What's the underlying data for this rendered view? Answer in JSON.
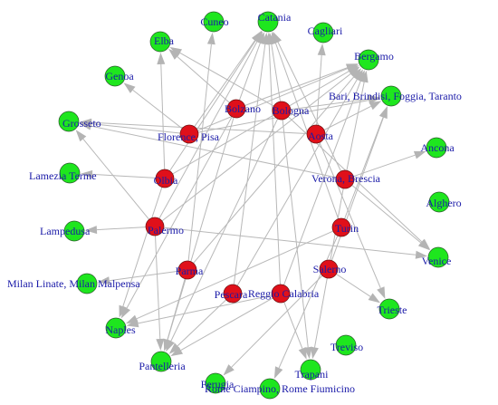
{
  "colors": {
    "origin_node": "#e0101a",
    "destination_node": "#1ee61e",
    "edge": "#b8b8b8",
    "label": "#1a1aa8"
  },
  "nodes": [
    {
      "id": "cuneo",
      "label": "Cuneo",
      "type": "destination"
    },
    {
      "id": "catania",
      "label": "Catania",
      "type": "destination"
    },
    {
      "id": "cagliari",
      "label": "Cagliari",
      "type": "destination"
    },
    {
      "id": "elba",
      "label": "Elba",
      "type": "destination"
    },
    {
      "id": "bergamo",
      "label": "Bergamo",
      "type": "destination"
    },
    {
      "id": "genoa",
      "label": "Genoa",
      "type": "destination"
    },
    {
      "id": "bari",
      "label": "Bari, Brindisi, Foggia, Taranto",
      "type": "destination"
    },
    {
      "id": "grosseto",
      "label": "Grosseto",
      "type": "destination"
    },
    {
      "id": "ancona",
      "label": "Ancona",
      "type": "destination"
    },
    {
      "id": "lamezia",
      "label": "Lamezia Terme",
      "type": "destination"
    },
    {
      "id": "alghero",
      "label": "Alghero",
      "type": "destination"
    },
    {
      "id": "lampedusa",
      "label": "Lampedusa",
      "type": "destination"
    },
    {
      "id": "venice",
      "label": "Venice",
      "type": "destination"
    },
    {
      "id": "milan",
      "label": "Milan Linate, Milan Malpensa",
      "type": "destination"
    },
    {
      "id": "trieste",
      "label": "Trieste",
      "type": "destination"
    },
    {
      "id": "naples",
      "label": "Naples",
      "type": "destination"
    },
    {
      "id": "treviso",
      "label": "Treviso",
      "type": "destination"
    },
    {
      "id": "pantelleria",
      "label": "Pantelleria",
      "type": "destination"
    },
    {
      "id": "trapani",
      "label": "Trapani",
      "type": "destination"
    },
    {
      "id": "perugia",
      "label": "Perugia",
      "type": "destination"
    },
    {
      "id": "rome",
      "label": "Rome Ciampino, Rome Fiumicino",
      "type": "destination"
    },
    {
      "id": "bolzano",
      "label": "Bolzano",
      "type": "origin"
    },
    {
      "id": "bologna",
      "label": "Bologna",
      "type": "origin"
    },
    {
      "id": "florence",
      "label": "Florence, Pisa",
      "type": "origin"
    },
    {
      "id": "aosta",
      "label": "Aosta",
      "type": "origin"
    },
    {
      "id": "olbia",
      "label": "Olbia",
      "type": "origin"
    },
    {
      "id": "verona",
      "label": "Verona, Brescia",
      "type": "origin"
    },
    {
      "id": "palermo",
      "label": "Palermo",
      "type": "origin"
    },
    {
      "id": "turin",
      "label": "Turin",
      "type": "origin"
    },
    {
      "id": "parma",
      "label": "Parma",
      "type": "origin"
    },
    {
      "id": "salerno",
      "label": "Salerno",
      "type": "origin"
    },
    {
      "id": "pescara",
      "label": "Pescara",
      "type": "origin"
    },
    {
      "id": "reggio",
      "label": "Reggio Calabria",
      "type": "origin"
    }
  ],
  "edges": [
    {
      "from": "bolzano",
      "to": "catania"
    },
    {
      "from": "bolzano",
      "to": "elba"
    },
    {
      "from": "bolzano",
      "to": "bergamo"
    },
    {
      "from": "bolzano",
      "to": "naples"
    },
    {
      "from": "bolzano",
      "to": "pantelleria"
    },
    {
      "from": "bologna",
      "to": "catania"
    },
    {
      "from": "bologna",
      "to": "elba"
    },
    {
      "from": "bologna",
      "to": "bari"
    },
    {
      "from": "bologna",
      "to": "venice"
    },
    {
      "from": "bologna",
      "to": "trapani"
    },
    {
      "from": "bologna",
      "to": "pantelleria"
    },
    {
      "from": "florence",
      "to": "catania"
    },
    {
      "from": "florence",
      "to": "genoa"
    },
    {
      "from": "florence",
      "to": "grosseto"
    },
    {
      "from": "florence",
      "to": "bergamo"
    },
    {
      "from": "florence",
      "to": "bari"
    },
    {
      "from": "aosta",
      "to": "bari"
    },
    {
      "from": "aosta",
      "to": "cagliari"
    },
    {
      "from": "aosta",
      "to": "trieste"
    },
    {
      "from": "aosta",
      "to": "grosseto"
    },
    {
      "from": "olbia",
      "to": "lamezia"
    },
    {
      "from": "olbia",
      "to": "elba"
    },
    {
      "from": "olbia",
      "to": "catania"
    },
    {
      "from": "olbia",
      "to": "bergamo"
    },
    {
      "from": "olbia",
      "to": "naples"
    },
    {
      "from": "verona",
      "to": "bergamo"
    },
    {
      "from": "verona",
      "to": "ancona"
    },
    {
      "from": "verona",
      "to": "trapani"
    },
    {
      "from": "verona",
      "to": "grosseto"
    },
    {
      "from": "verona",
      "to": "catania"
    },
    {
      "from": "verona",
      "to": "venice"
    },
    {
      "from": "palermo",
      "to": "grosseto"
    },
    {
      "from": "palermo",
      "to": "lampedusa"
    },
    {
      "from": "palermo",
      "to": "pantelleria"
    },
    {
      "from": "palermo",
      "to": "bergamo"
    },
    {
      "from": "palermo",
      "to": "catania"
    },
    {
      "from": "palermo",
      "to": "venice"
    },
    {
      "from": "turin",
      "to": "bari"
    },
    {
      "from": "turin",
      "to": "catania"
    },
    {
      "from": "turin",
      "to": "naples"
    },
    {
      "from": "turin",
      "to": "rome"
    },
    {
      "from": "parma",
      "to": "cuneo"
    },
    {
      "from": "parma",
      "to": "bergamo"
    },
    {
      "from": "parma",
      "to": "pantelleria"
    },
    {
      "from": "parma",
      "to": "milan"
    },
    {
      "from": "salerno",
      "to": "bari"
    },
    {
      "from": "salerno",
      "to": "trieste"
    },
    {
      "from": "salerno",
      "to": "perugia"
    },
    {
      "from": "pescara",
      "to": "catania"
    },
    {
      "from": "pescara",
      "to": "pantelleria"
    },
    {
      "from": "pescara",
      "to": "bergamo"
    },
    {
      "from": "reggio",
      "to": "catania"
    },
    {
      "from": "reggio",
      "to": "naples"
    },
    {
      "from": "reggio",
      "to": "bergamo"
    },
    {
      "from": "reggio",
      "to": "trapani"
    },
    {
      "from": "reggio",
      "to": "pantelleria"
    }
  ]
}
